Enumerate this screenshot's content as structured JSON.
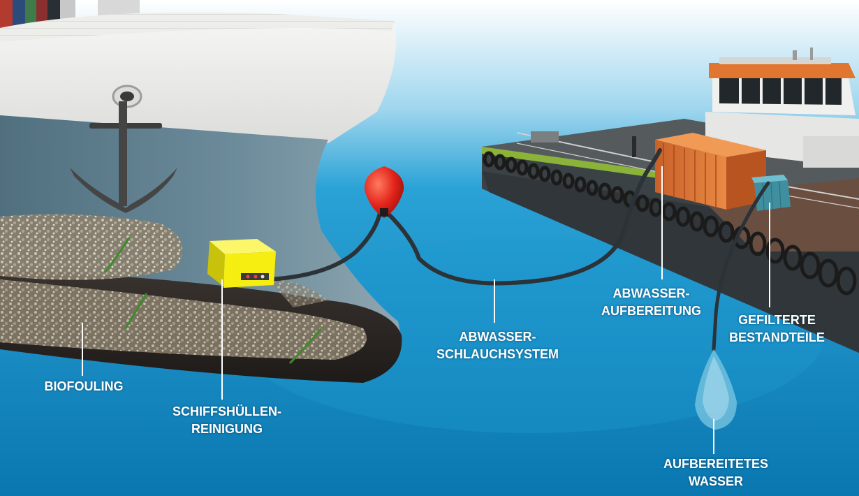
{
  "labels": {
    "biofouling": "BIOFOULING",
    "hull_cleaning": [
      "SCHIFFSHÜLLEN-",
      "REINIGUNG"
    ],
    "hose_system": [
      "ABWASSER-",
      "SCHLAUCHSYSTEM"
    ],
    "treatment": [
      "ABWASSER-",
      "AUFBEREITUNG"
    ],
    "filtered": [
      "GEFILTERTE",
      "BESTANDTEILE"
    ],
    "treated_water": [
      "AUFBEREITETES",
      "WASSER"
    ]
  },
  "colors": {
    "sea": "#0c8cc2",
    "sea_deep": "#0a6ea3",
    "hull_white": "#f2f2f0",
    "hull_grey": "#6a8796",
    "container": "#e0762f",
    "robot": "#f5ee10",
    "buoy": "#e2231a",
    "hose": "#2b3338",
    "deck": "#4a4f52",
    "tyre": "#1b1b1b",
    "label_text": "#ffffff"
  }
}
